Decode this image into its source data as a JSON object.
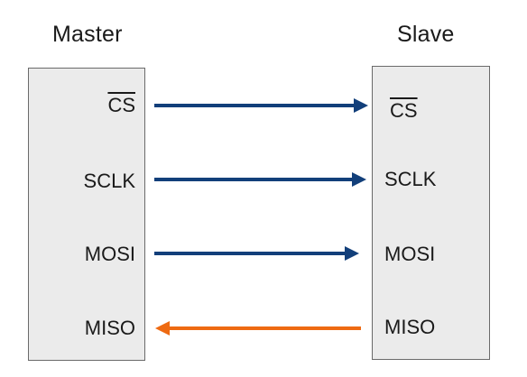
{
  "master": {
    "title": "Master",
    "signals": [
      "CS",
      "SCLK",
      "MOSI",
      "MISO"
    ]
  },
  "slave": {
    "title": "Slave",
    "signals": [
      "CS",
      "SCLK",
      "MOSI",
      "MISO"
    ]
  },
  "connections": [
    {
      "signal": "CS",
      "direction": "master-to-slave",
      "color": "#123f7a"
    },
    {
      "signal": "SCLK",
      "direction": "master-to-slave",
      "color": "#123f7a"
    },
    {
      "signal": "MOSI",
      "direction": "master-to-slave",
      "color": "#123f7a"
    },
    {
      "signal": "MISO",
      "direction": "slave-to-master",
      "color": "#ee6a12"
    }
  ],
  "colors": {
    "box_fill": "#ebebeb",
    "box_border": "#6a6a6a",
    "arrow_out": "#123f7a",
    "arrow_in": "#ee6a12"
  }
}
